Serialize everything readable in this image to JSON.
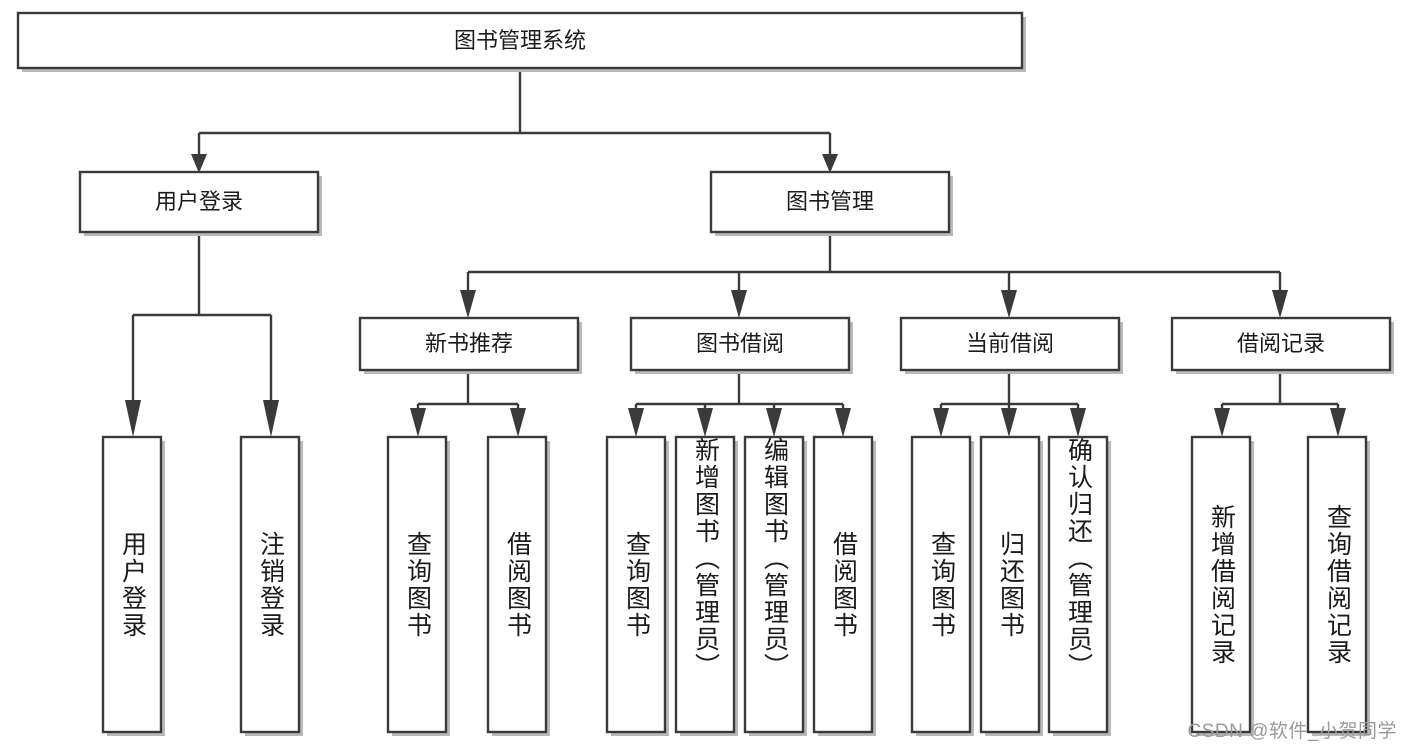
{
  "diagram": {
    "type": "hierarchy-tree",
    "title": "图书管理系统",
    "orientation": "top-down",
    "colors": {
      "node_fill": "#ffffff",
      "node_stroke": "#3a3a3a",
      "text": "#1b1b1b",
      "shadow": "#b9b9b9",
      "watermark": "#9a9a9a",
      "background": "#ffffff"
    },
    "root": {
      "label": "图书管理系统"
    },
    "level2": [
      {
        "label": "用户登录"
      },
      {
        "label": "图书管理"
      }
    ],
    "level3": [
      {
        "label": "新书推荐"
      },
      {
        "label": "图书借阅"
      },
      {
        "label": "当前借阅"
      },
      {
        "label": "借阅记录"
      }
    ],
    "leaves": {
      "user_login": [
        {
          "label": "用户登录"
        },
        {
          "label": "注销登录"
        }
      ],
      "new_book_recommend": [
        {
          "label": "查询图书"
        },
        {
          "label": "借阅图书"
        }
      ],
      "book_borrow": [
        {
          "label": "查询图书"
        },
        {
          "label": "新增图书（管理员）"
        },
        {
          "label": "编辑图书（管理员）"
        },
        {
          "label": "借阅图书"
        }
      ],
      "current_borrow": [
        {
          "label": "查询图书"
        },
        {
          "label": "归还图书"
        },
        {
          "label": "确认归还（管理员）"
        }
      ],
      "borrow_record": [
        {
          "label": "新增借阅记录"
        },
        {
          "label": "查询借阅记录"
        }
      ]
    },
    "watermark": "CSDN @软件_小贺同学"
  }
}
